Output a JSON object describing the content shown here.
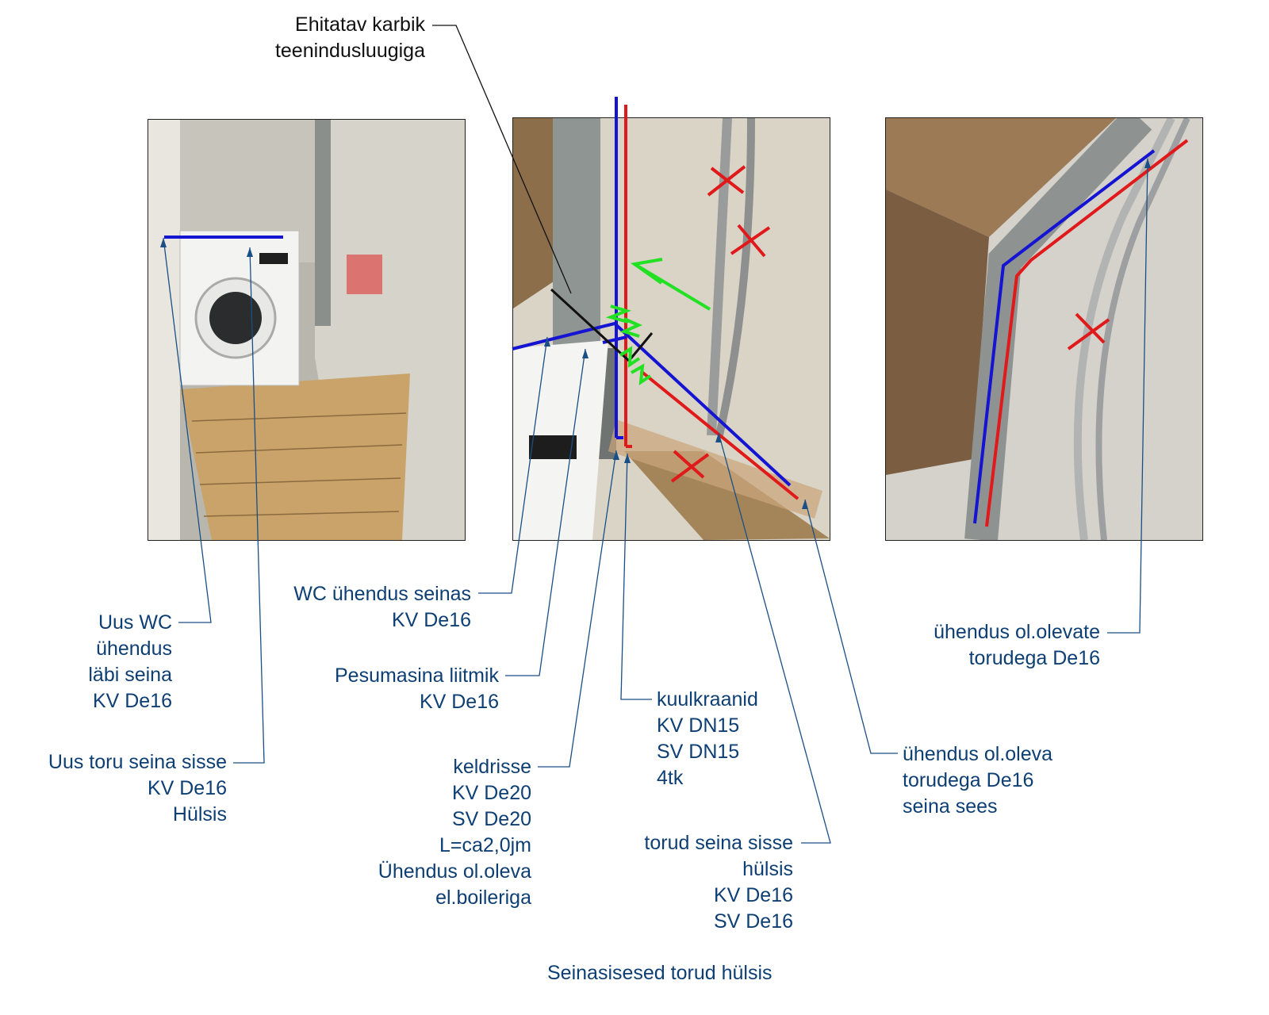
{
  "title_callout": {
    "lines": [
      "Ehitatav   karbik",
      "teenindusluugiga"
    ]
  },
  "photos": [
    {
      "name": "photo-left",
      "description": "washing machine room with wall pipes"
    },
    {
      "name": "photo-middle",
      "description": "wall with pipes, red/blue lines and valves"
    },
    {
      "name": "photo-right",
      "description": "corner with grey drain pipe and red/blue lines"
    }
  ],
  "annotations": {
    "uus_wc": [
      "Uus WC",
      "ühendus",
      "läbi seina",
      "KV De16"
    ],
    "uus_toru": [
      "Uus toru seina sisse",
      "KV De16",
      "Hülsis"
    ],
    "wc_uhendus": [
      "WC ühendus seinas",
      "KV De16"
    ],
    "pesumasina": [
      "Pesumasina liitmik",
      "KV De16"
    ],
    "keldrisse": [
      "keldrisse",
      "KV De20",
      "SV De20",
      "L=ca2,0jm",
      "Ühendus ol.oleva",
      "el.boileriga"
    ],
    "kuulkraanid": [
      "kuulkraanid",
      "KV DN15",
      "SV DN15",
      "4tk"
    ],
    "torud_seina": [
      "torud seina sisse",
      "hülsis",
      "KV De16",
      "SV De16"
    ],
    "uhendus_oleva": [
      "ühendus ol.oleva",
      "torudega De16",
      "seina sees"
    ],
    "uhendus_olevate": [
      "ühendus ol.olevate",
      "torudega De16"
    ],
    "footer": "Seinasisesed torud hülsis"
  },
  "colors": {
    "cold_water": "#1414d2",
    "hot_water": "#e01a1a",
    "new_marker": "#22e022",
    "remove_marker": "#e01a1a",
    "label_text": "#0e3f74",
    "leader_line": "#1a4f86"
  }
}
